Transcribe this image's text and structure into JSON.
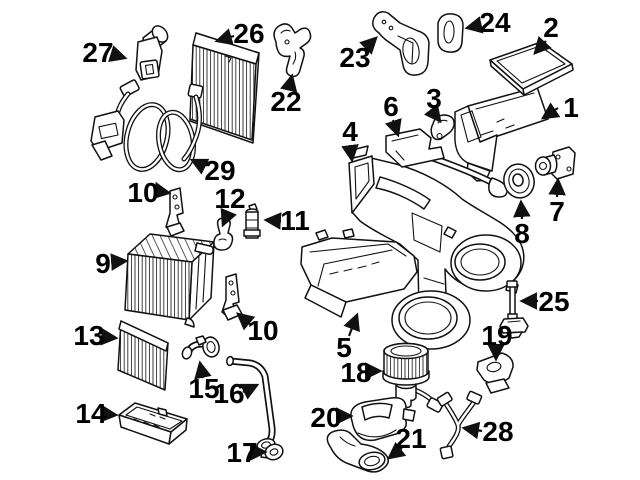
{
  "diagram": {
    "background_color": "#ffffff",
    "line_color": "#111111",
    "label_color": "#000000",
    "callouts": [
      {
        "label": "1",
        "part": "air-inlet-case"
      },
      {
        "label": "2",
        "part": "case-cover"
      },
      {
        "label": "3",
        "part": "clip"
      },
      {
        "label": "4",
        "part": "upper-hvac-case"
      },
      {
        "label": "5",
        "part": "lower-hvac-case"
      },
      {
        "label": "6",
        "part": "support-bracket"
      },
      {
        "label": "7",
        "part": "fitting"
      },
      {
        "label": "8",
        "part": "grommet"
      },
      {
        "label": "9",
        "part": "evaporator-core"
      },
      {
        "label": "10",
        "part": "mounting-bracket-upper"
      },
      {
        "label": "10",
        "part": "mounting-bracket-lower"
      },
      {
        "label": "11",
        "part": "valve-canister"
      },
      {
        "label": "12",
        "part": "retainer-clip"
      },
      {
        "label": "13",
        "part": "filter-panel"
      },
      {
        "label": "14",
        "part": "drain-tray"
      },
      {
        "label": "15",
        "part": "elbow-fitting"
      },
      {
        "label": "16",
        "part": "drain-tube"
      },
      {
        "label": "17",
        "part": "grommet-nut"
      },
      {
        "label": "18",
        "part": "blower-motor"
      },
      {
        "label": "19",
        "part": "support-bracket-rear"
      },
      {
        "label": "20",
        "part": "fan-scroll"
      },
      {
        "label": "21",
        "part": "air-duct"
      },
      {
        "label": "22",
        "part": "side-bracket"
      },
      {
        "label": "23",
        "part": "bracket-plate"
      },
      {
        "label": "24",
        "part": "oval-seal"
      },
      {
        "label": "25",
        "part": "mounting-screw"
      },
      {
        "label": "26",
        "part": "cabin-air-filter"
      },
      {
        "label": "27",
        "part": "actuator-motor"
      },
      {
        "label": "28",
        "part": "wiring-pigtail"
      },
      {
        "label": "29",
        "part": "wiring-harness"
      }
    ]
  }
}
